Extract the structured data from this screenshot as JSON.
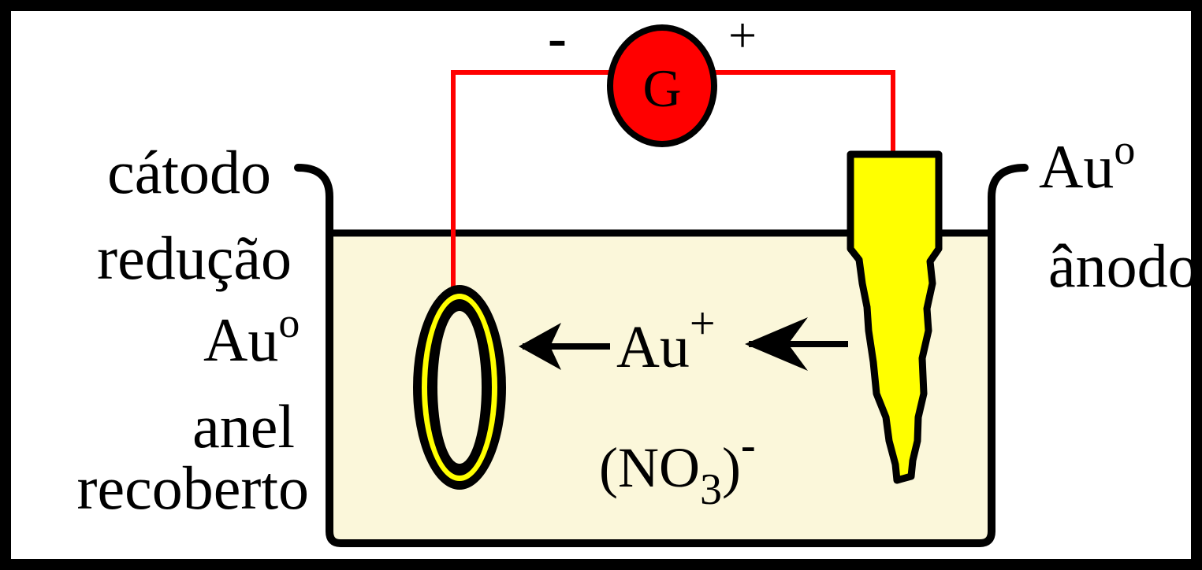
{
  "colors": {
    "background_border": "#000000",
    "canvas": "#ffffff",
    "solution_fill": "#fbf7da",
    "wire": "#ff0000",
    "galvanometer_fill": "#ff0000",
    "gold": "#ffff00",
    "outline": "#000000"
  },
  "galvanometer": {
    "symbol": "G",
    "negative_sign": "-",
    "positive_sign": "+"
  },
  "left_labels": {
    "line1": "cátodo",
    "line2": "redução",
    "line3_base": "Au",
    "line3_sup": "o",
    "line4": "anel",
    "line5": "recoberto"
  },
  "right_labels": {
    "line1_base": "Au",
    "line1_sup": "o",
    "line2": "ânodo"
  },
  "solution": {
    "cation_base": "Au",
    "cation_sup": "+",
    "anion_open": "(NO",
    "anion_sub": "3",
    "anion_close": ")",
    "anion_sup": "-"
  },
  "icons": {
    "cathode": "gold-ring-icon",
    "anode": "gold-bar-icon",
    "meter": "galvanometer-icon",
    "arrows": "arrow-left-icon"
  }
}
